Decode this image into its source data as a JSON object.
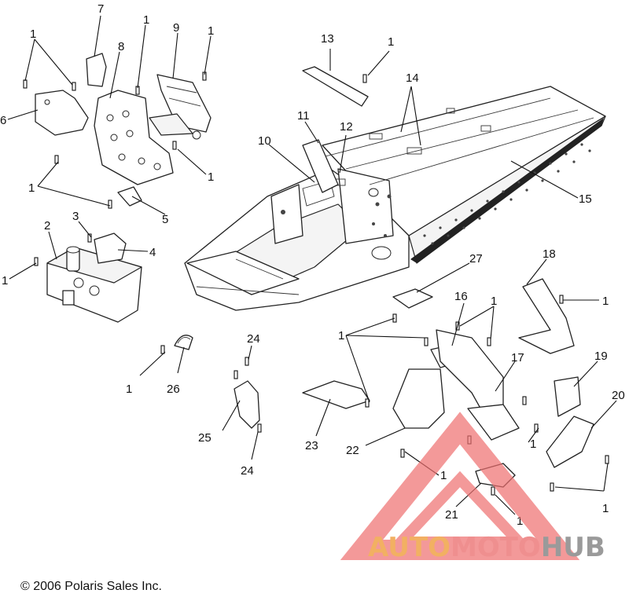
{
  "copyright": "© 2006 Polaris Sales Inc.",
  "watermark": {
    "words": [
      "AUTO",
      "MOTO",
      "HUB"
    ],
    "colors": {
      "auto": "#f2b062",
      "moto": "#ef8f8f",
      "hub": "#9a9a9a",
      "triangle": "#ee6f6f"
    }
  },
  "callouts": {
    "c1": "1",
    "c2": "2",
    "c3": "3",
    "c4": "4",
    "c5": "5",
    "c6": "6",
    "c7": "7",
    "c8": "8",
    "c9": "9",
    "c10": "10",
    "c11": "11",
    "c12": "12",
    "c13": "13",
    "c14": "14",
    "c15": "15",
    "c16": "16",
    "c17": "17",
    "c18": "18",
    "c19": "19",
    "c20": "20",
    "c21": "21",
    "c22": "22",
    "c23": "23",
    "c24": "24",
    "c25": "25",
    "c26": "26",
    "c27": "27"
  }
}
